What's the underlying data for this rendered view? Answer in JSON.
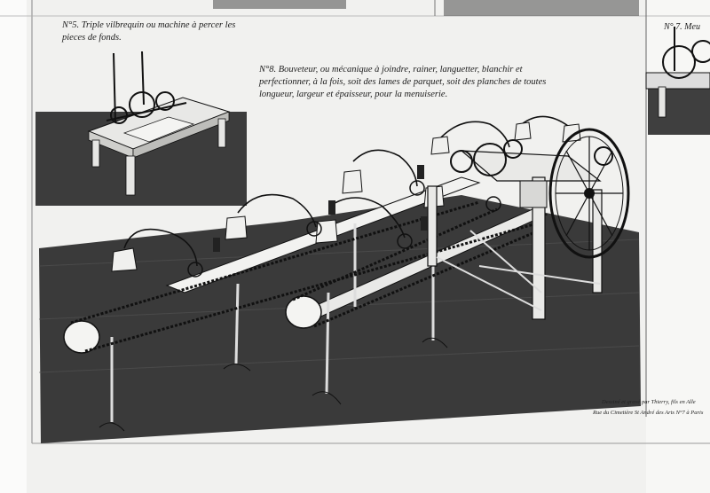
{
  "plate": {
    "fig5_caption": "N°5. Triple vilbrequin ou machine à percer les pieces de fonds.",
    "fig8_caption": "N°8. Bouveteur, ou mécanique à joindre, rainer, languetter, blanchir et perfectionner, à la fois, soit des lames de parquet, soit des planches de toutes longueur, largeur et épaisseur, pour la menuiserie.",
    "fig7_caption": "N° 7. Meu",
    "credit_line1": "Dessiné et gravé par Thierry, fils en Alle",
    "credit_line2": "Rue du Cimetière St André des Arts N°7 à Paris"
  }
}
